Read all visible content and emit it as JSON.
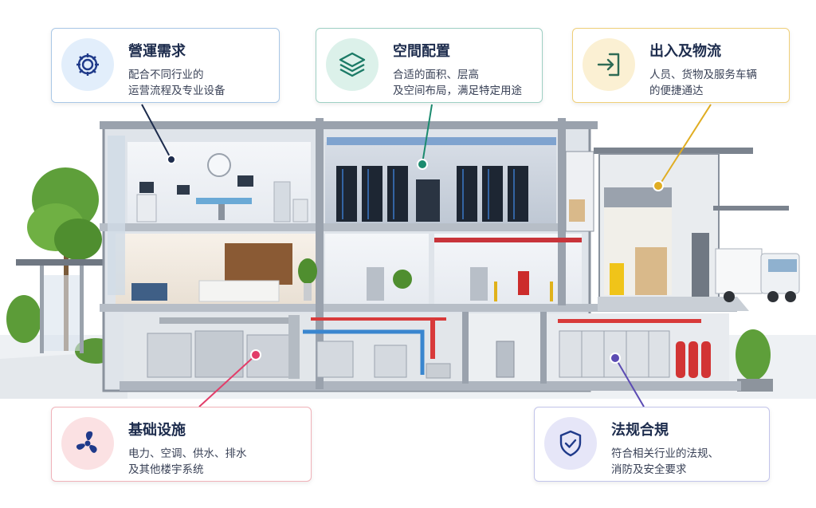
{
  "cards": {
    "operations": {
      "title": "營運需求",
      "line1": "配合不同行业的",
      "line2": "运营流程及专业设备",
      "icon": "gear-icon",
      "color": "#1f3a8a"
    },
    "space": {
      "title": "空間配置",
      "line1": "合适的面积、层高",
      "line2": "及空间布局，满足特定用途",
      "icon": "layers-icon",
      "color": "#1b7a66"
    },
    "access": {
      "title": "出入及物流",
      "line1": "人员、货物及服务车辆",
      "line2": "的便捷通达",
      "icon": "enter-icon",
      "color": "#2e6b55"
    },
    "infrastructure": {
      "title": "基础设施",
      "line1": "电力、空调、供水、排水",
      "line2": "及其他楼宇系统",
      "icon": "fan-icon",
      "color": "#1f3a8a"
    },
    "compliance": {
      "title": "法规合規",
      "line1": "符合相关行业的法规、",
      "line2": "消防及安全要求",
      "icon": "shield-check-icon",
      "color": "#1f3a8a"
    }
  },
  "colors": {
    "navy": "#1d2c4d",
    "teal": "#1b8a6e",
    "gold": "#e0ad22",
    "pink": "#e23d69",
    "purple": "#5b4bb3"
  }
}
